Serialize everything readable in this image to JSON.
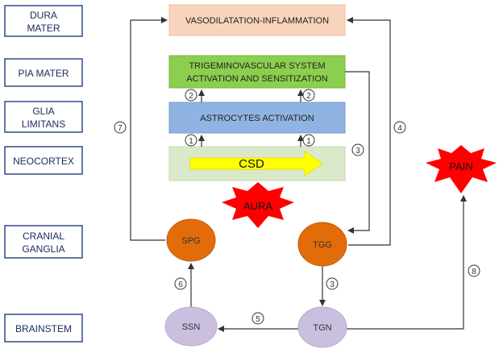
{
  "layers": [
    {
      "label_lines": [
        "DURA",
        "MATER"
      ]
    },
    {
      "label_lines": [
        "PIA MATER"
      ]
    },
    {
      "label_lines": [
        "GLIA",
        "LIMITANS"
      ]
    },
    {
      "label_lines": [
        "NEOCORTEX"
      ]
    },
    {
      "label_lines": [
        "CRANIAL",
        "GANGLIA"
      ]
    },
    {
      "label_lines": [
        "BRAINSTEM"
      ]
    }
  ],
  "boxes": {
    "vasodilatation": "VASODILATATION-INFLAMMATION",
    "trigeminovascular_line1": "TRIGEMINOVASCULAR SYSTEM",
    "trigeminovascular_line2": "ACTIVATION AND SENSITIZATION",
    "astrocytes": "ASTROCYTES ACTIVATION",
    "csd": "CSD"
  },
  "nodes": {
    "spg": "SPG",
    "tgg": "TGG",
    "ssn": "SSN",
    "tgn": "TGN"
  },
  "bursts": {
    "aura": "AURA",
    "pain": "PAIN"
  },
  "steps": [
    "1",
    "1",
    "2",
    "2",
    "3",
    "3",
    "4",
    "5",
    "6",
    "7",
    "8"
  ],
  "colors": {
    "label_border": "#2e4a86",
    "vasodilatation_fill": "#f9d4bd",
    "trigeminovascular_fill": "#8ccf4f",
    "astrocytes_fill": "#90b4e2",
    "csd_fill": "#d9e9c9",
    "csd_arrow": "#ffff00",
    "ganglia_fill": "#e36c0a",
    "nucleus_fill": "#cbbfdf",
    "burst_fill": "#ff0000"
  }
}
